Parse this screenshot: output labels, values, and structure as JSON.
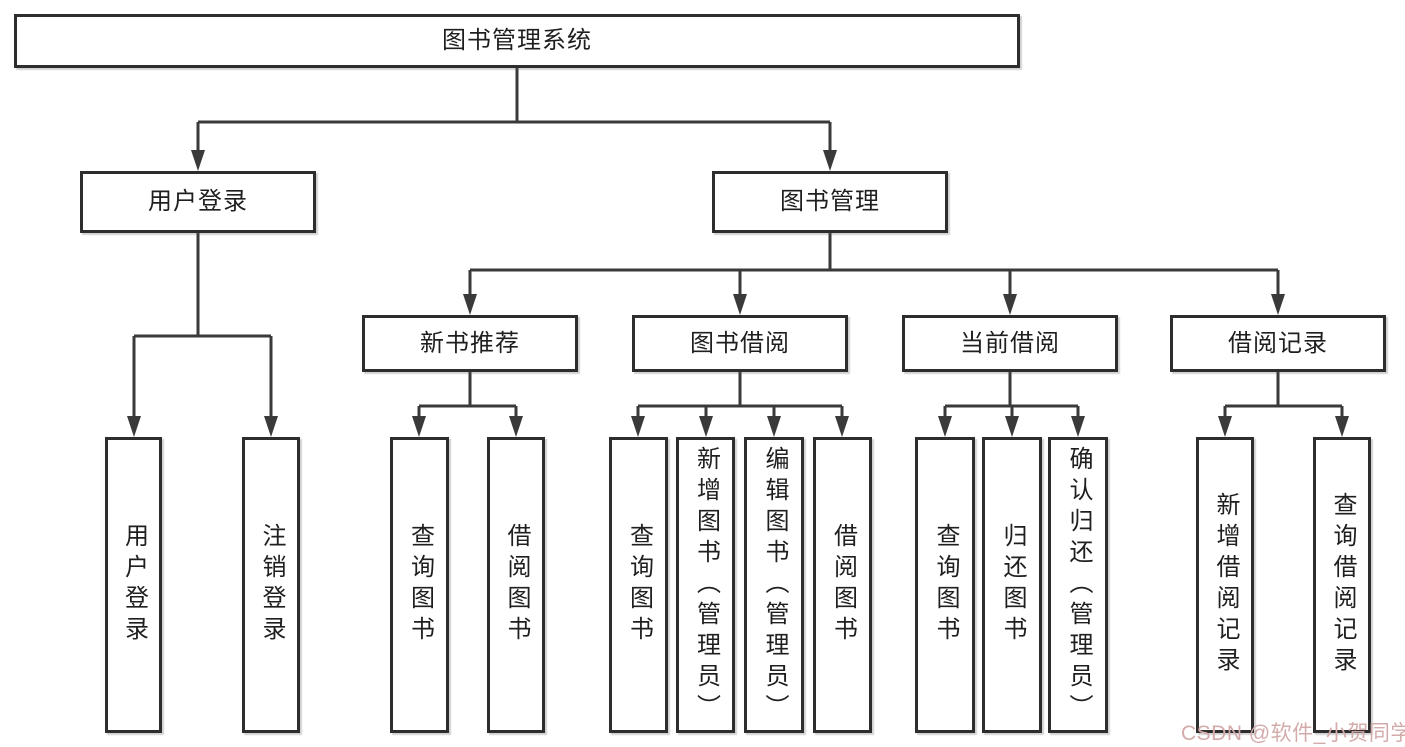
{
  "diagram": {
    "root": "图书管理系统",
    "level2": [
      "用户登录",
      "图书管理"
    ],
    "level3": [
      "新书推荐",
      "图书借阅",
      "当前借阅",
      "借阅记录"
    ],
    "leaves": [
      "用户登录",
      "注销登录",
      "查询图书",
      "借阅图书",
      "查询图书",
      "新增图书（管理员）",
      "编辑图书（管理员）",
      "借阅图书",
      "查询图书",
      "归还图书",
      "确认归还（管理员）",
      "新增借阅记录",
      "查询借阅记录"
    ]
  },
  "watermark": {
    "text": "CSDN @软件_小贺同学",
    "color": "#d4abab"
  },
  "colors": {
    "line": "#3a3a3a",
    "box_border": "#2d2d2d",
    "box_fill": "#ffffff",
    "text": "#1f1f1f",
    "background": "#ffffff"
  }
}
